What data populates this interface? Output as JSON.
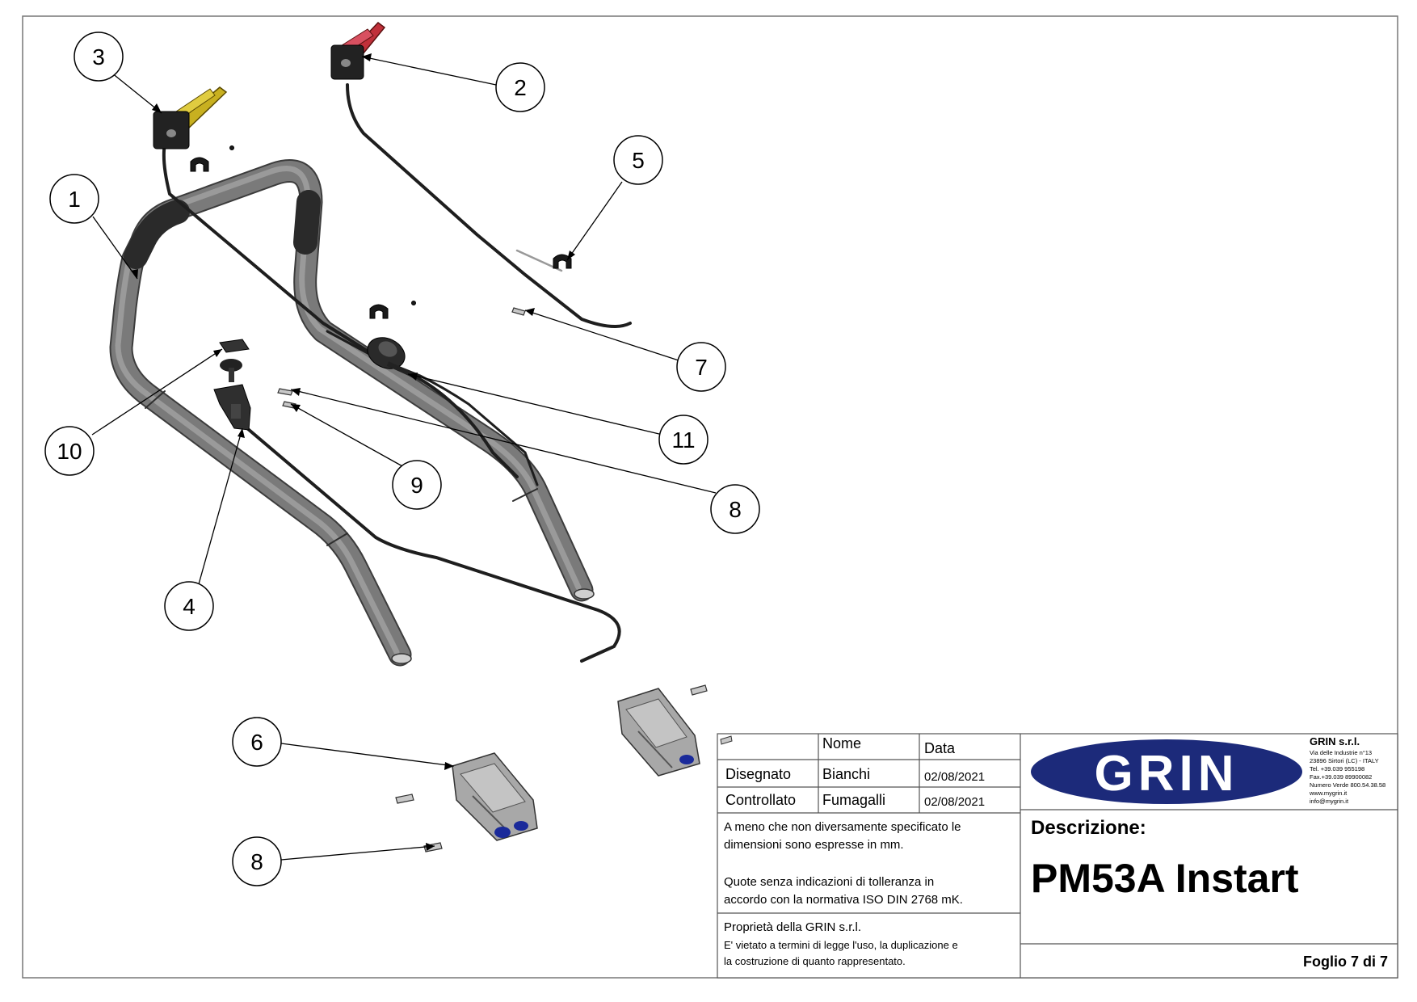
{
  "callouts": [
    {
      "id": "c1",
      "label": "1"
    },
    {
      "id": "c2",
      "label": "2"
    },
    {
      "id": "c3",
      "label": "3"
    },
    {
      "id": "c4",
      "label": "4"
    },
    {
      "id": "c5",
      "label": "5"
    },
    {
      "id": "c6",
      "label": "6"
    },
    {
      "id": "c7",
      "label": "7"
    },
    {
      "id": "c8a",
      "label": "8"
    },
    {
      "id": "c8b",
      "label": "8"
    },
    {
      "id": "c9",
      "label": "9"
    },
    {
      "id": "c10",
      "label": "10"
    },
    {
      "id": "c11",
      "label": "11"
    }
  ],
  "title_block": {
    "col_nome": "Nome",
    "col_data": "Data",
    "row_disegnato": {
      "role": "Disegnato",
      "name": "Bianchi",
      "date": "02/08/2021"
    },
    "row_controllato": {
      "role": "Controllato",
      "name": "Fumagalli",
      "date": "02/08/2021"
    },
    "notes": [
      "A meno che non diversamente specificato le",
      "dimensioni sono espresse in mm.",
      "Quote senza indicazioni di tolleranza in",
      "accordo con la normativa ISO DIN 2768 mK."
    ],
    "property_title": "Proprietà della GRIN s.r.l.",
    "property_lines": [
      "E' vietato a termini di legge l'uso, la duplicazione e",
      "la costruzione di quanto rappresentato."
    ],
    "logo_text": "GRIN",
    "company": {
      "name": "GRIN s.r.l.",
      "lines": [
        "Via delle Industrie n°13",
        "23896 Sirtori (LC) - ITALY",
        "Tel. +39.039 955198",
        "Fax.+39.039 89900082",
        "Numero Verde 800.54.38.58",
        "www.mygrin.it",
        "info@mygrin.it"
      ]
    },
    "description_label": "Descrizione:",
    "description": "PM53A Instart",
    "sheet": "Foglio 7 di 7"
  },
  "colors": {
    "logo_blue": "#1c2a7a",
    "tube": "#6e6e6e",
    "tube_dark": "#3c3c3c",
    "cable": "#1e1e1e",
    "lever_red": "#c0303a",
    "lever_yellow": "#c8b020",
    "roller_blue": "#1a2a9a"
  }
}
